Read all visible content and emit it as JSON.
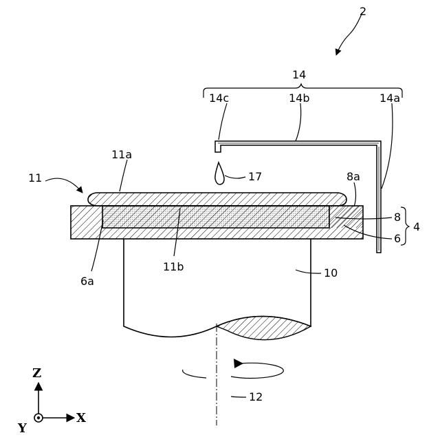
{
  "figure": {
    "labels": {
      "ref_2": "2",
      "ref_14": "14",
      "ref_14a": "14a",
      "ref_14b": "14b",
      "ref_14c": "14c",
      "ref_11": "11",
      "ref_11a": "11a",
      "ref_11b": "11b",
      "ref_17": "17",
      "ref_8a": "8a",
      "ref_8": "8",
      "ref_6": "6",
      "ref_4": "4",
      "ref_6a": "6a",
      "ref_10": "10",
      "ref_12": "12"
    },
    "axes": {
      "z": "Z",
      "x": "X",
      "y": "Y"
    }
  }
}
